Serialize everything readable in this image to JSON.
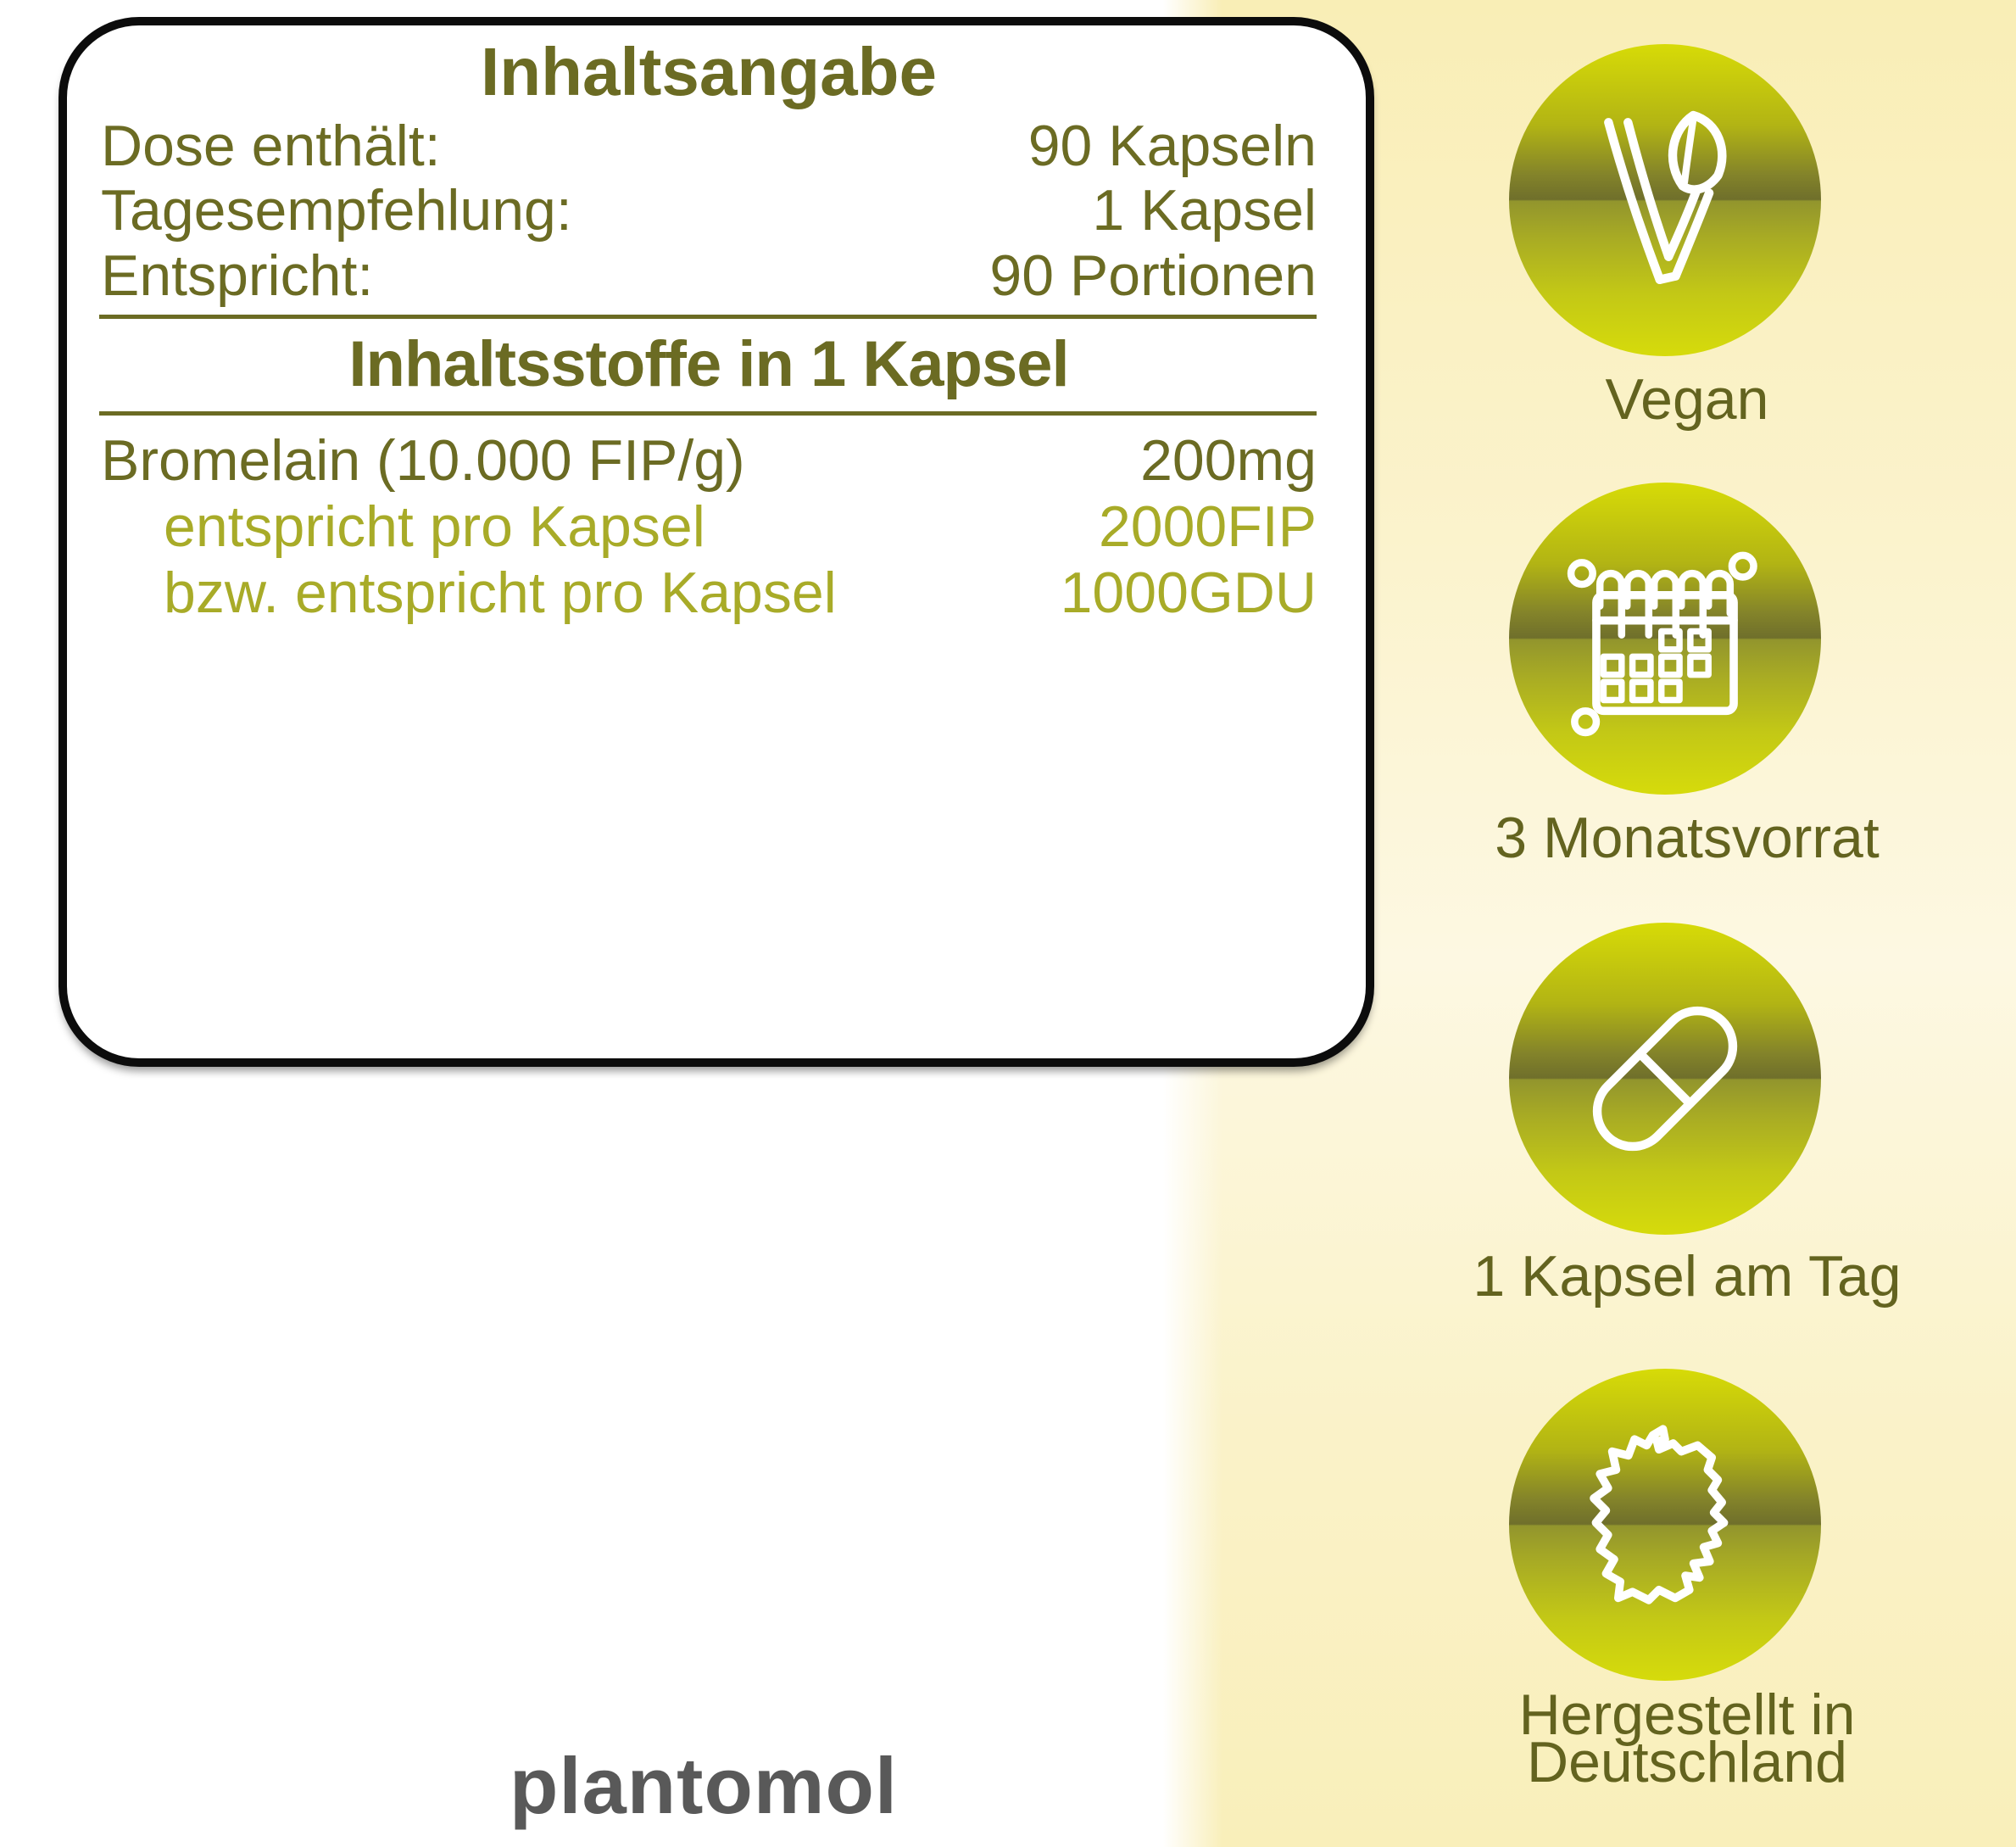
{
  "panel": {
    "title": "Inhaltsangabe",
    "rows": [
      {
        "label": "Dose enthält:",
        "value": "90 Kapseln"
      },
      {
        "label": "Tagesempfehlung:",
        "value": "1 Kapsel"
      },
      {
        "label": "Entspricht:",
        "value": "90 Portionen"
      }
    ],
    "section_heading": "Inhaltsstoffe in 1 Kapsel",
    "ingredients": [
      {
        "label": "Bromelain (10.000 FIP/g)",
        "value": "200mg"
      },
      {
        "label": "entspricht pro Kapsel",
        "value": "2000FIP"
      },
      {
        "label": "bzw. entspricht pro Kapsel",
        "value": "1000GDU"
      }
    ]
  },
  "badges": [
    {
      "icon": "vegan-v-leaf-icon",
      "caption": "Vegan"
    },
    {
      "icon": "calendar-icon",
      "caption": "3 Monatsvorrat"
    },
    {
      "icon": "capsule-icon",
      "caption": "1 Kapsel am Tag"
    },
    {
      "icon": "germany-map-icon",
      "caption_line1": "Hergestellt in",
      "caption_line2": "Deutschland"
    }
  ],
  "logo_text": "plantomol",
  "colors": {
    "text_dark_olive": "#6b6b23",
    "text_light_olive": "#a8ab28",
    "caption_olive": "#63631f",
    "badge_gradient_top": "#d7db07",
    "badge_gradient_mid": "#6f6f2b",
    "badge_gradient_bottom": "#d6db0b",
    "band_yellow": "#f9eeb6",
    "logo_gray": "#595959",
    "border_black": "#0c0c0c"
  }
}
